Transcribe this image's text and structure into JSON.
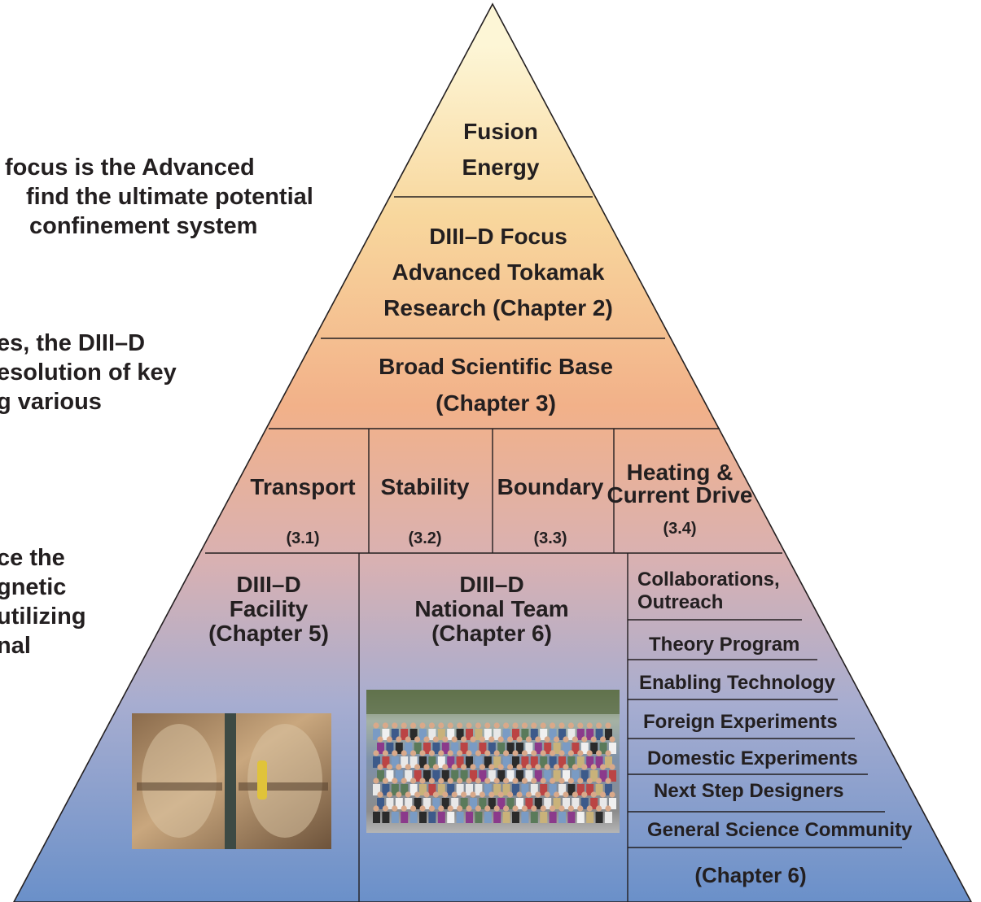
{
  "side_text": {
    "block1": [
      "focus is the Advanced",
      "find the ultimate potential",
      "confinement system"
    ],
    "block2": [
      "es, the DIII–D",
      "esolution of key",
      "g various"
    ],
    "block3": [
      "ce the",
      "gnetic",
      "utilizing",
      "nal"
    ]
  },
  "pyramid": {
    "apex": [
      "Fusion",
      "Energy"
    ],
    "focus": [
      "DIII–D Focus",
      "Advanced Tokamak",
      "Research (Chapter 2)"
    ],
    "science_base": [
      "Broad Scientific Base",
      "(Chapter 3)"
    ],
    "topics": [
      {
        "name": [
          "Transport"
        ],
        "ref": "(3.1)"
      },
      {
        "name": [
          "Stability"
        ],
        "ref": "(3.2)"
      },
      {
        "name": [
          "Boundary"
        ],
        "ref": "(3.3)"
      },
      {
        "name": [
          "Heating &",
          "Current Drive"
        ],
        "ref": "(3.4)"
      }
    ],
    "facility": [
      "DIII–D",
      "Facility",
      "(Chapter 5)"
    ],
    "team": [
      "DIII–D",
      "National Team",
      "(Chapter 6)"
    ],
    "team_list": [
      [
        "Collaborations,",
        "Outreach"
      ],
      [
        "Theory Program"
      ],
      [
        "Enabling Technology"
      ],
      [
        "Foreign Experiments"
      ],
      [
        "Domestic Experiments"
      ],
      [
        "Next Step Designers"
      ],
      [
        "General Science Community"
      ]
    ],
    "team_list_ref": "(Chapter 6)",
    "photos": {
      "facility": "tokamak-vessel-interior-photo",
      "team": "national-team-group-photo"
    }
  },
  "colors": {
    "apex_top": "#fdf6d6",
    "apex_bottom": "#f8d79d",
    "middle": "#f2b189",
    "base": "#6a90c9",
    "outline": "#231f20"
  }
}
